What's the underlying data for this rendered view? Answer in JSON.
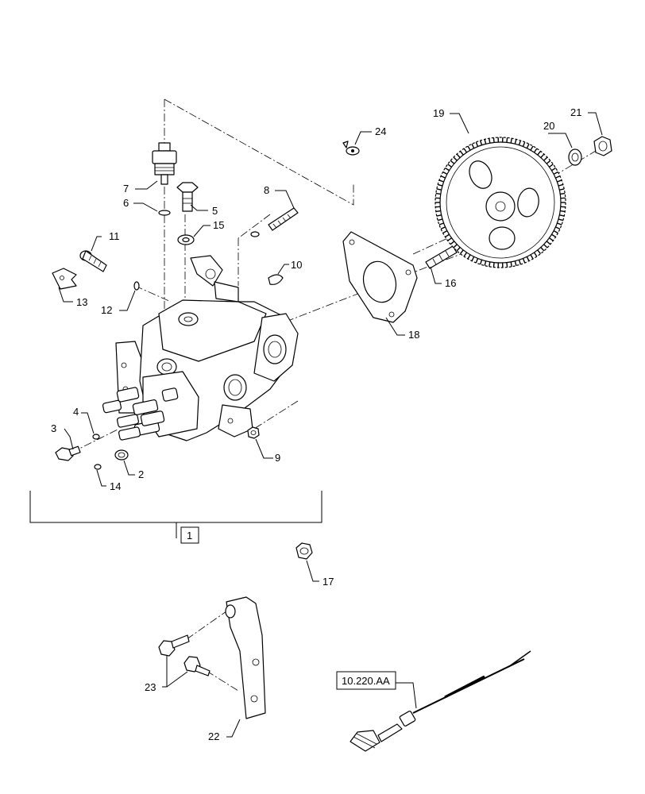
{
  "callouts": {
    "c1": "1",
    "c2": "2",
    "c3": "3",
    "c4": "4",
    "c5": "5",
    "c6": "6",
    "c7": "7",
    "c8": "8",
    "c9": "9",
    "c10": "10",
    "c11": "11",
    "c12": "12",
    "c13": "13",
    "c14": "14",
    "c15": "15",
    "c16": "16",
    "c17": "17",
    "c18": "18",
    "c19": "19",
    "c20": "20",
    "c21": "21",
    "c22": "22",
    "c23": "23",
    "c24": "24"
  },
  "reference": "10.220.AA"
}
